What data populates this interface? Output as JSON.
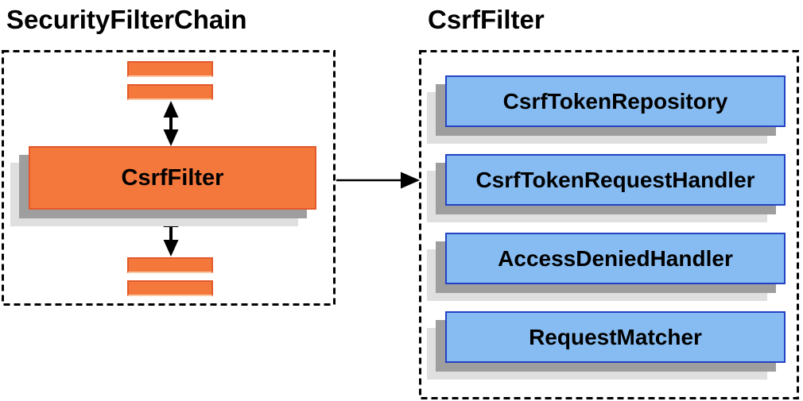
{
  "left_section": {
    "title": "SecurityFilterChain",
    "filter_label": "CsrfFilter"
  },
  "right_section": {
    "title": "CsrfFilter",
    "components": [
      "CsrfTokenRepository",
      "CsrfTokenRequestHandler",
      "AccessDeniedHandler",
      "RequestMatcher"
    ]
  },
  "colors": {
    "orange-fill": "#F4773C",
    "orange-border": "#E2592B",
    "blue-fill": "#87BCF2",
    "blue-border": "#2342C4",
    "shadow-dark": "#9E9E9E",
    "shadow-light": "#DFDFDF",
    "line": "#000000"
  }
}
